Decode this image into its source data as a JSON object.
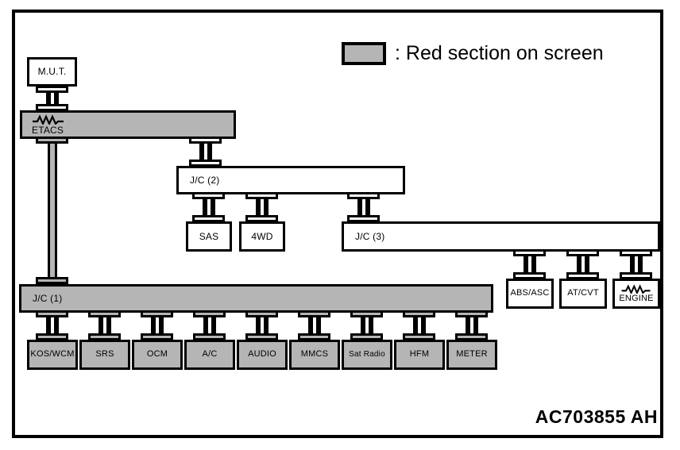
{
  "diagram": {
    "reference_code": "AC703855 AH",
    "legend": {
      "swatch_icon": "gray-rectangle-swatch",
      "text": ": Red section on screen",
      "swatch_color": "#b5b5b5"
    },
    "colors": {
      "shaded": "#b5b5b5",
      "unshaded": "#ffffff",
      "line": "#000000"
    },
    "nodes": [
      {
        "id": "mut",
        "label": "M.U.T.",
        "shaded": false,
        "resistor": false
      },
      {
        "id": "etacs",
        "label": "ETACS",
        "shaded": true,
        "resistor": true
      },
      {
        "id": "jc2",
        "label": "J/C (2)",
        "shaded": false,
        "resistor": false
      },
      {
        "id": "sas",
        "label": "SAS",
        "shaded": false,
        "resistor": false
      },
      {
        "id": "4wd",
        "label": "4WD",
        "shaded": false,
        "resistor": false
      },
      {
        "id": "jc3",
        "label": "J/C (3)",
        "shaded": false,
        "resistor": false
      },
      {
        "id": "absasc",
        "label": "ABS/ASC",
        "shaded": false,
        "resistor": false
      },
      {
        "id": "atcvt",
        "label": "AT/CVT",
        "shaded": false,
        "resistor": false
      },
      {
        "id": "engine",
        "label": "ENGINE",
        "shaded": false,
        "resistor": true
      },
      {
        "id": "jc1",
        "label": "J/C (1)",
        "shaded": true,
        "resistor": false
      },
      {
        "id": "koswcm",
        "label": "KOS/WCM",
        "shaded": true,
        "resistor": false
      },
      {
        "id": "srs",
        "label": "SRS",
        "shaded": true,
        "resistor": false
      },
      {
        "id": "ocm",
        "label": "OCM",
        "shaded": true,
        "resistor": false
      },
      {
        "id": "ac",
        "label": "A/C",
        "shaded": true,
        "resistor": false
      },
      {
        "id": "audio",
        "label": "AUDIO",
        "shaded": true,
        "resistor": false
      },
      {
        "id": "mmcs",
        "label": "MMCS",
        "shaded": true,
        "resistor": false
      },
      {
        "id": "satradio",
        "label": "Sat Radio",
        "shaded": true,
        "resistor": false
      },
      {
        "id": "hfm",
        "label": "HFM",
        "shaded": true,
        "resistor": false
      },
      {
        "id": "meter",
        "label": "METER",
        "shaded": true,
        "resistor": false
      }
    ]
  }
}
